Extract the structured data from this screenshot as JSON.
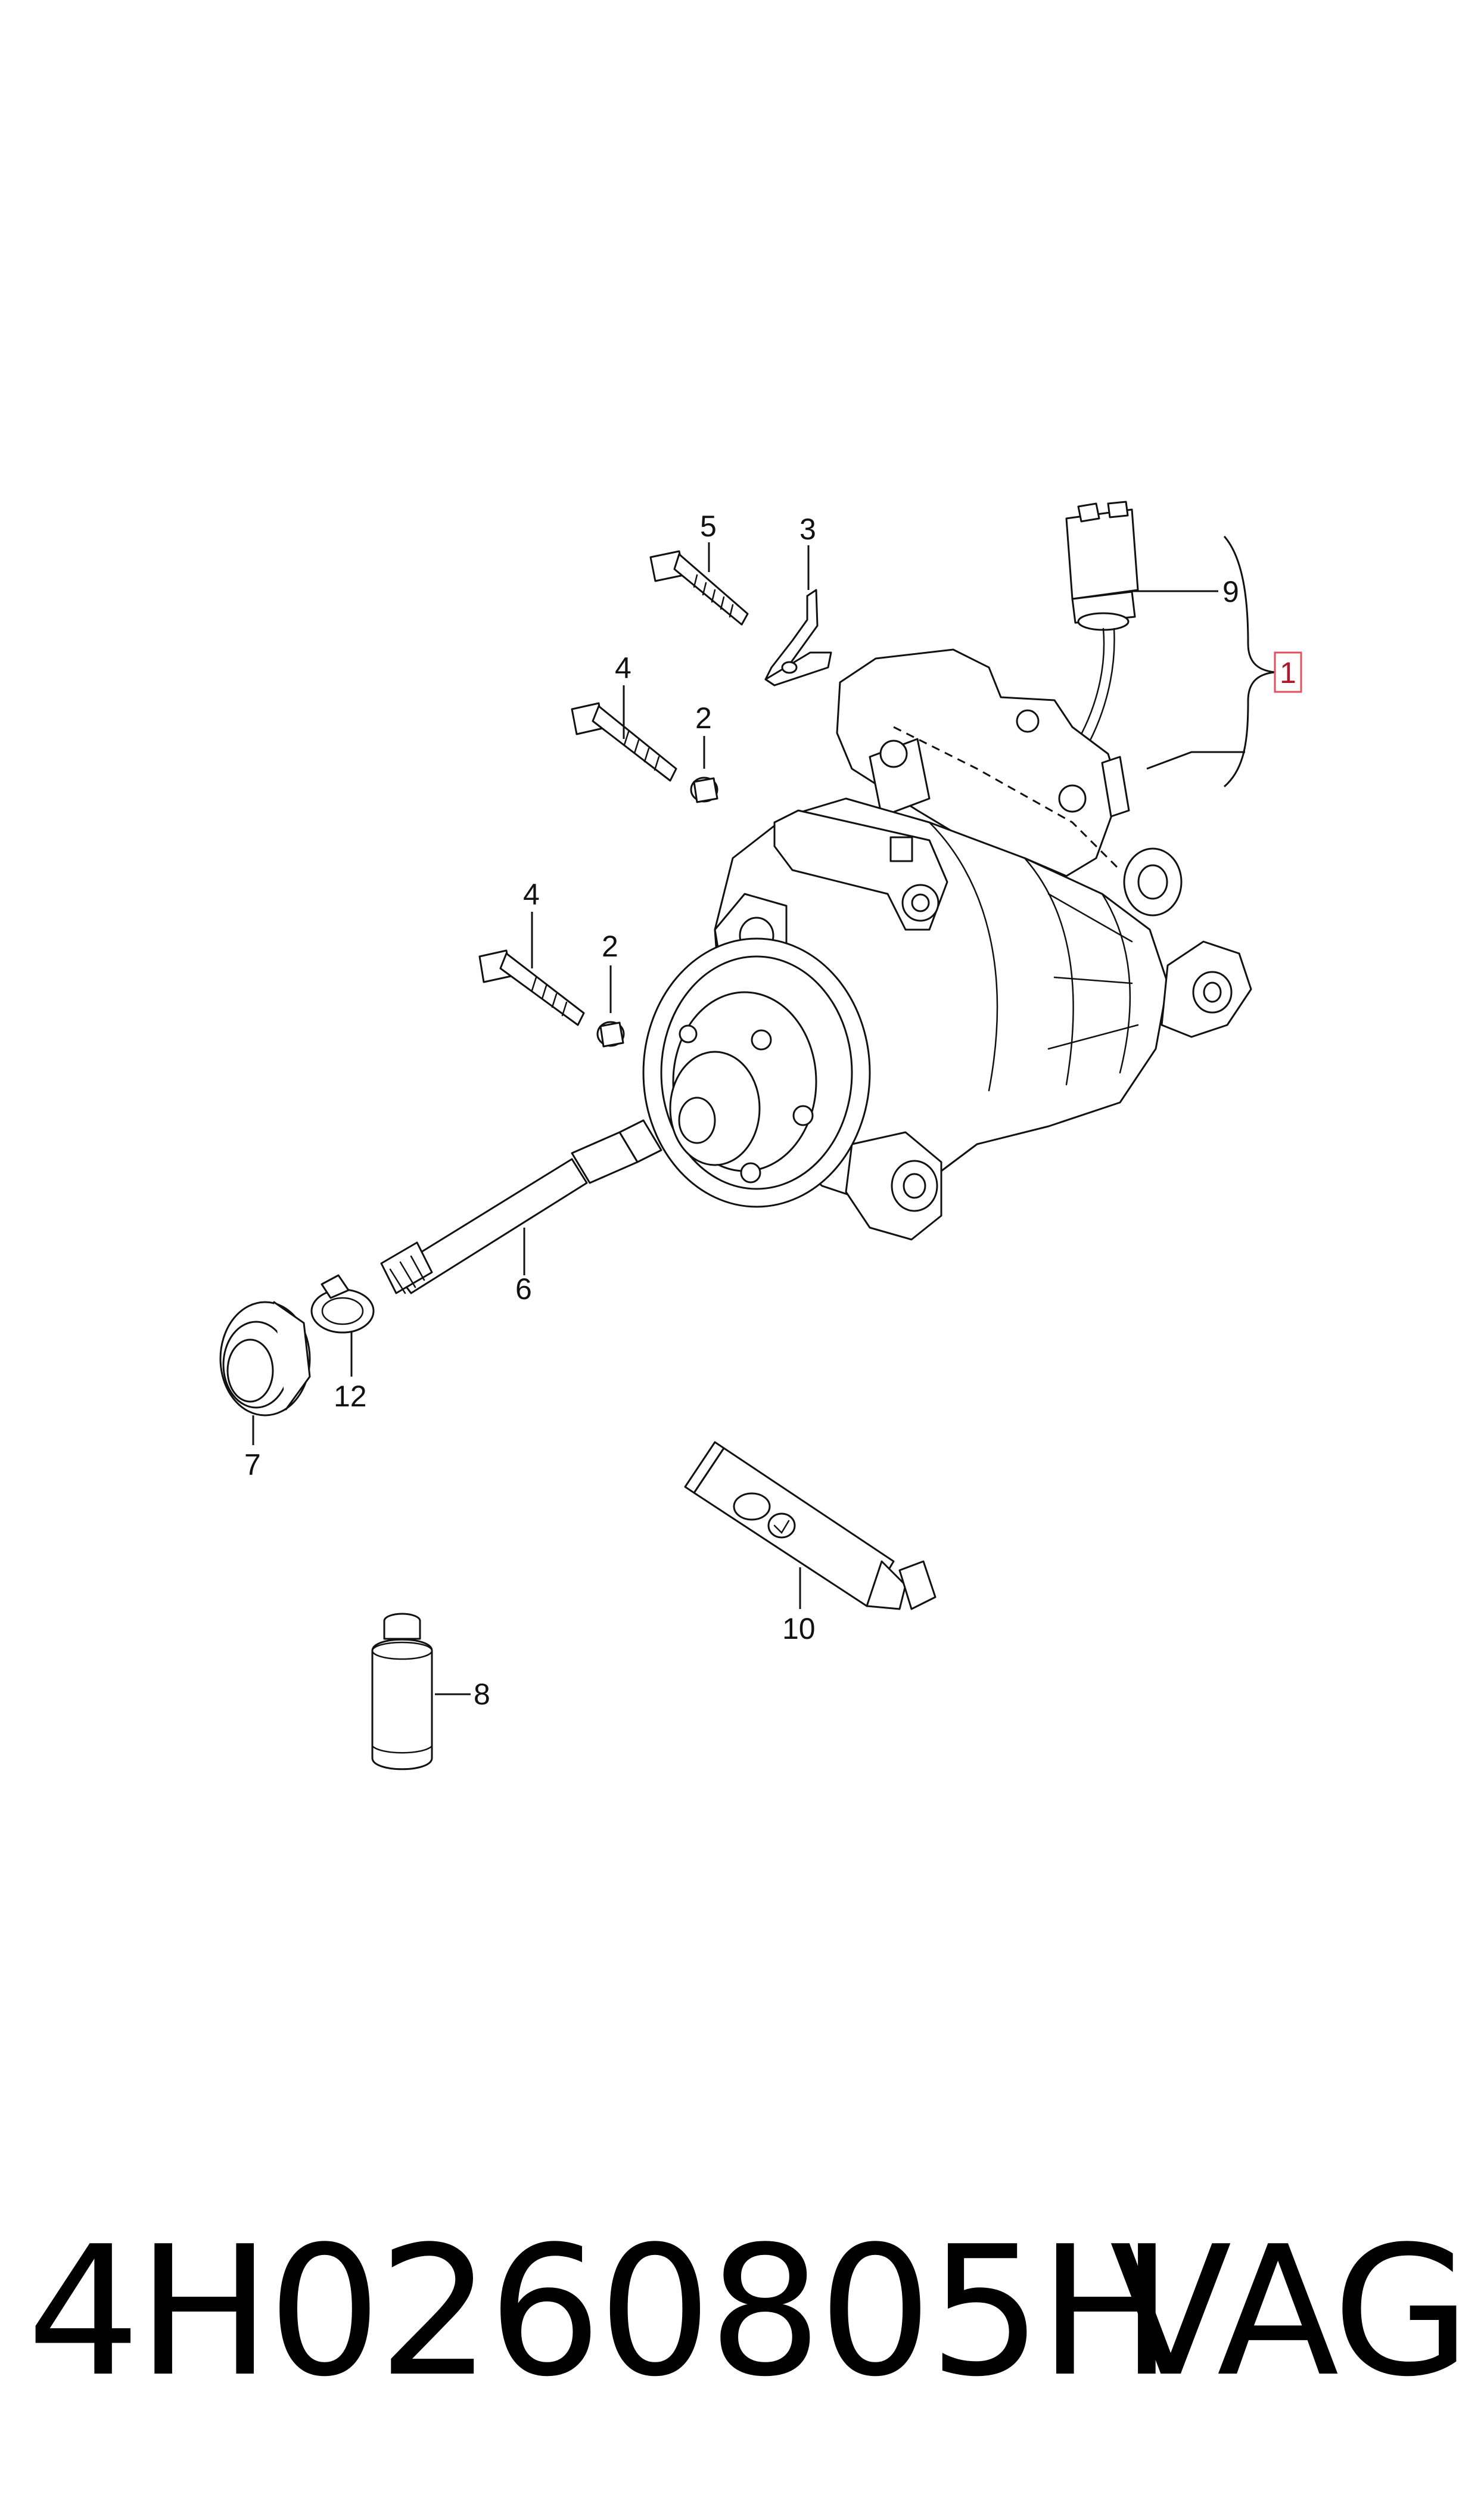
{
  "callouts": {
    "c1": "1",
    "c2a": "2",
    "c2b": "2",
    "c3": "3",
    "c4a": "4",
    "c4b": "4",
    "c5": "5",
    "c6": "6",
    "c7": "7",
    "c8": "8",
    "c9": "9",
    "c10": "10",
    "c12": "12"
  },
  "footer": {
    "part_number": "4H0260805H",
    "brand": "VAG"
  },
  "colors": {
    "line": "#111111",
    "highlight_box": "#e0505f"
  }
}
